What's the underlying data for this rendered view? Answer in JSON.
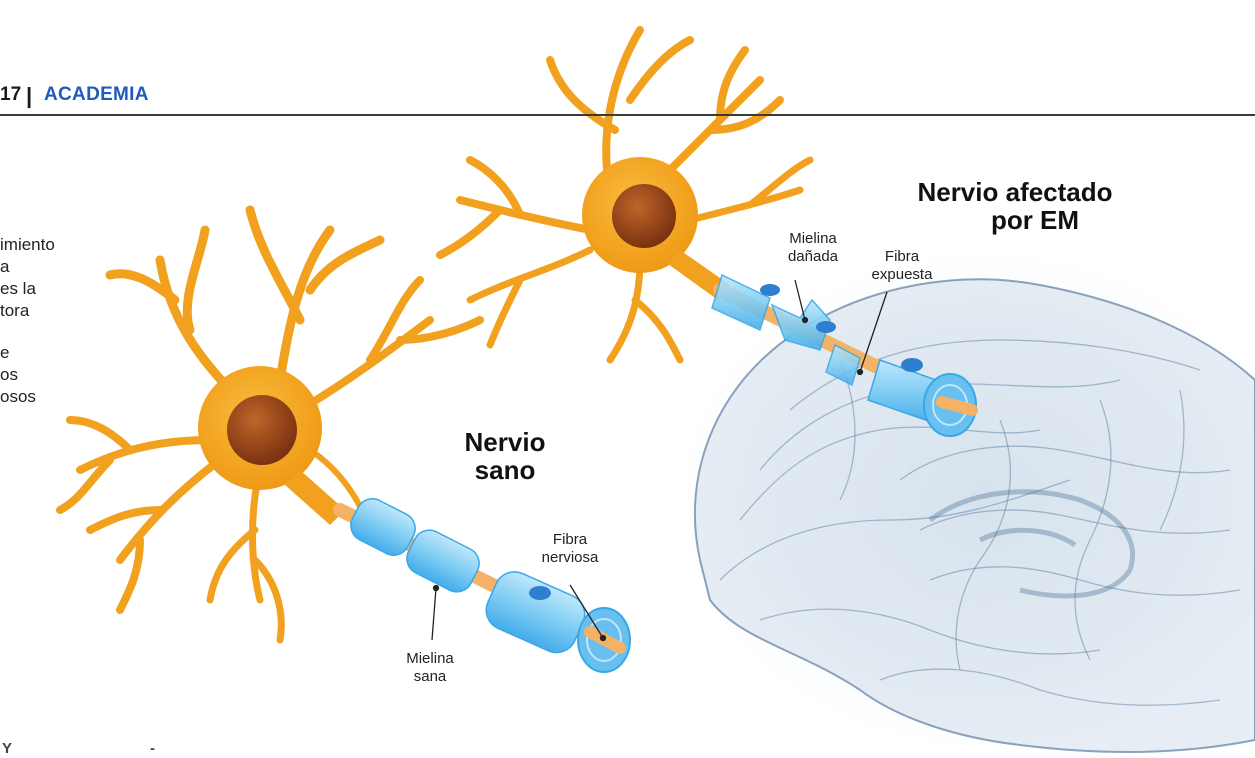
{
  "header": {
    "page_number": "17",
    "separator": "|",
    "section": "ACADEMIA"
  },
  "body_text": {
    "lines": [
      "imiento",
      "a",
      "es la",
      "tora",
      "e",
      "os",
      "osos"
    ]
  },
  "titles": {
    "healthy": {
      "line1": "Nervio",
      "line2": "sano"
    },
    "affected": {
      "line1": "Nervio afectado",
      "line2": "por EM"
    }
  },
  "labels": {
    "fibra_nerviosa": {
      "line1": "Fibra",
      "line2": "nerviosa"
    },
    "mielina_sana": {
      "line1": "Mielina",
      "line2": "sana"
    },
    "mielina_danada": {
      "line1": "Mielina",
      "line2": "dañada"
    },
    "fibra_expuesta": {
      "line1": "Fibra",
      "line2": "expuesta"
    }
  },
  "footer": {
    "left_mark": "Y",
    "right_mark": "-"
  },
  "colors": {
    "neuron": "#f5a623",
    "neuron_dark": "#e58e10",
    "nucleus": "#9a4416",
    "myelin": "#8ed3f5",
    "myelin_dark": "#3aa8e6",
    "axon": "#f4b266",
    "brain": "#4f7599",
    "section": "#1f5bbf"
  }
}
